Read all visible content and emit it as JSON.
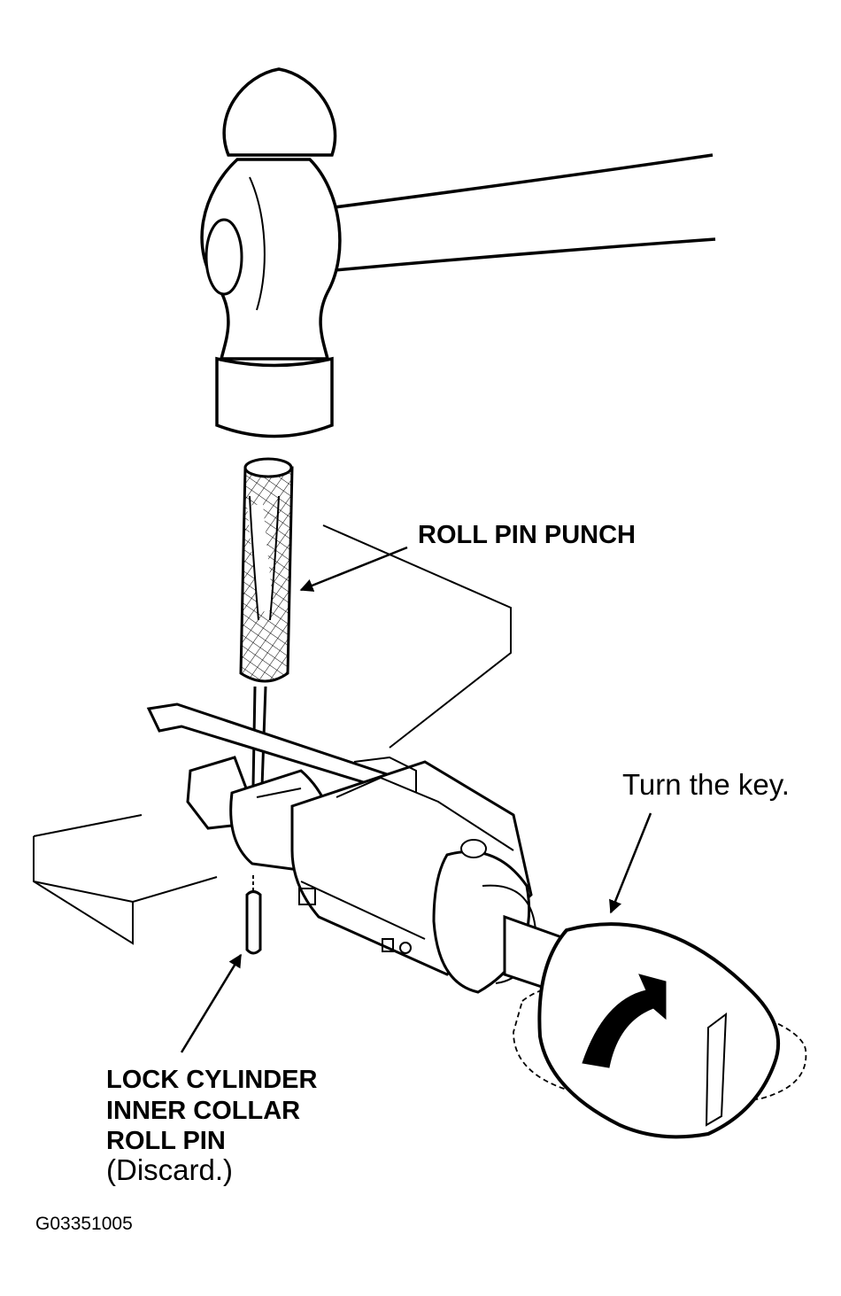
{
  "labels": {
    "roll_pin_punch": "ROLL PIN PUNCH",
    "turn_key": "Turn the key.",
    "lock_cylinder_line1": "LOCK CYLINDER",
    "lock_cylinder_line2": "INNER COLLAR",
    "lock_cylinder_line3": "ROLL PIN",
    "discard": "(Discard.)",
    "figure_code": "G03351005"
  },
  "icons": [
    "hammer-icon",
    "roll-pin-punch-icon",
    "workbench-block-icon",
    "lock-cylinder-icon",
    "roll-pin-icon",
    "key-icon",
    "turn-arrow-icon"
  ],
  "colors": {
    "line": "#000000",
    "background": "#ffffff"
  }
}
